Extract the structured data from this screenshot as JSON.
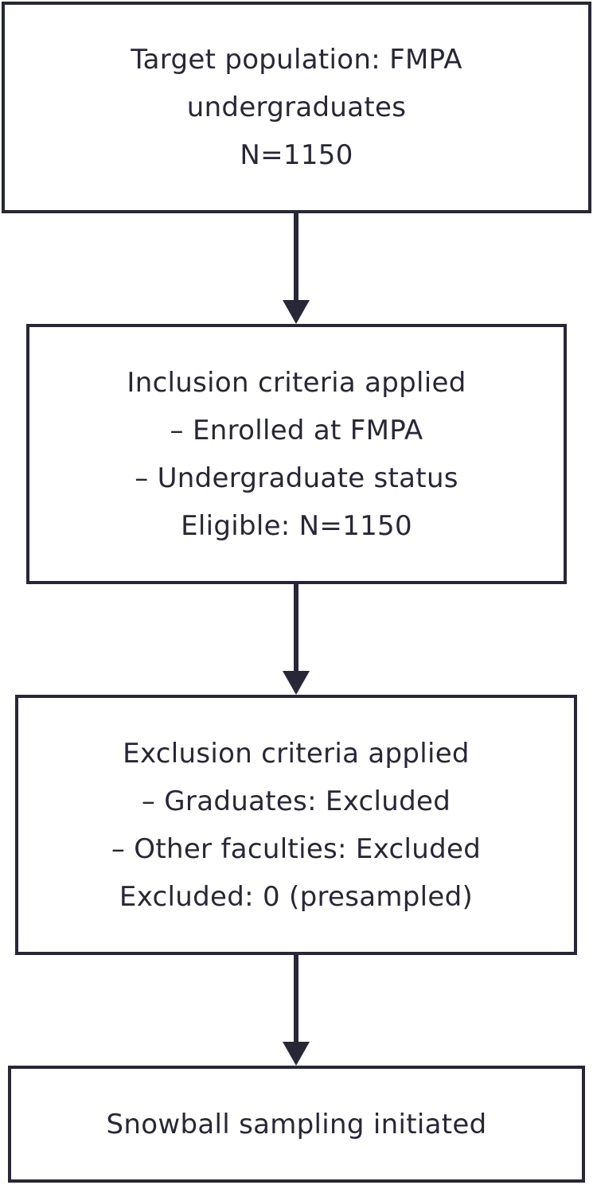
{
  "flowchart": {
    "target": {
      "line1": "Target population: FMPA",
      "line2": "undergraduates",
      "line3": "N=1150"
    },
    "inclusion": {
      "line1": "Inclusion criteria applied",
      "line2": "– Enrolled at FMPA",
      "line3": "– Undergraduate status",
      "line4": "Eligible: N=1150"
    },
    "exclusion": {
      "line1": "Exclusion criteria applied",
      "line2": "– Graduates: Excluded",
      "line3": "– Other faculties: Excluded",
      "line4": "Excluded: 0 (presampled)"
    },
    "snowball": {
      "line1": "Snowball sampling initiated"
    }
  },
  "colors": {
    "stroke": "#272737",
    "text": "#272737",
    "background": "#ffffff"
  }
}
